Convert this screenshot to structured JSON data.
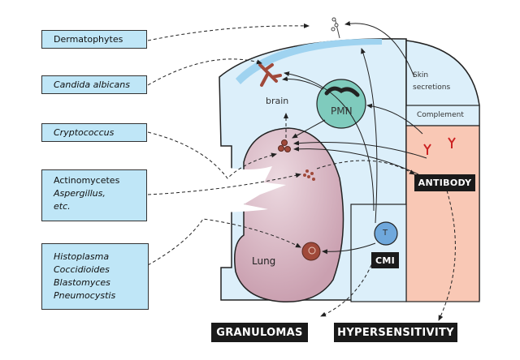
{
  "organisms": [
    {
      "id": "dermatophytes",
      "lines": [
        "Dermatophytes"
      ],
      "italic": false
    },
    {
      "id": "candida",
      "lines": [
        "Candida albicans"
      ],
      "italic": true
    },
    {
      "id": "cryptococcus",
      "lines": [
        "Cryptococcus"
      ],
      "italic": true
    },
    {
      "id": "actinomycetes",
      "lines": [
        "Actinomycetes",
        "Aspergillus,",
        "etc."
      ],
      "italic": false
    },
    {
      "id": "histoplasma",
      "lines": [
        "Histoplasma",
        "Coccidioides",
        "Blastomyces",
        "Pneumocystis"
      ],
      "italic": true
    }
  ],
  "body_labels": {
    "brain": "brain",
    "pmn": "PMN",
    "lung": "Lung",
    "t_cell": "T",
    "skin_secretions_line1": "Skin",
    "skin_secretions_line2": "secretions",
    "complement": "Complement"
  },
  "mechanisms": {
    "antibody": "ANTIBODY",
    "cmi": "CMI"
  },
  "outcomes": {
    "granulomas": "GRANULOMAS",
    "hypersensitivity": "HYPERSENSITIVITY"
  },
  "colors": {
    "label_box": "#bfe6f7",
    "body_fill": "#dceffa",
    "skin_layer": "#9fd3f0",
    "lung": "#d8b4c0",
    "pmn": "#7fcbbd",
    "t_cell": "#6fa8dc",
    "antibody_region": "#f9c8b5",
    "organism": "#a0493a",
    "antibody_glyph": "#cc2222"
  }
}
